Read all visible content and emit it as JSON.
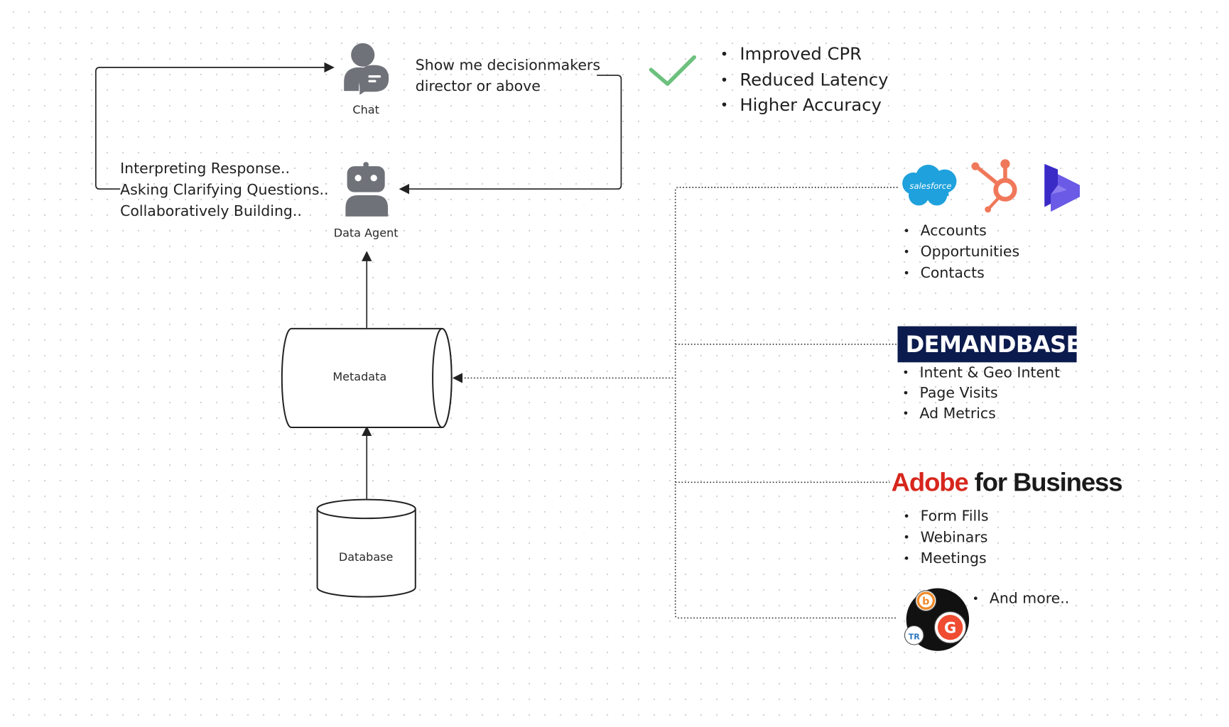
{
  "nodes": {
    "chat": {
      "label": "Chat"
    },
    "data_agent": {
      "label": "Data Agent"
    },
    "metadata": {
      "label": "Metadata"
    },
    "database": {
      "label": "Database"
    }
  },
  "query": {
    "line1": "Show me decisionmakers",
    "line2": "director or above"
  },
  "agent_steps": [
    "Interpreting Response..",
    "Asking Clarifying Questions..",
    "Collaboratively Building.."
  ],
  "benefits": [
    "Improved CPR",
    "Reduced Latency",
    "Higher Accuracy"
  ],
  "sources": {
    "crm": {
      "salesforce_logo_text": "salesforce",
      "items": [
        "Accounts",
        "Opportunities",
        "Contacts"
      ]
    },
    "demandbase": {
      "logo_text": "DEMANDBASE",
      "items": [
        "Intent & Geo Intent",
        "Page Visits",
        "Ad Metrics"
      ]
    },
    "adobe": {
      "logo_red": "Adobe",
      "logo_black": " for Business",
      "items": [
        "Form Fills",
        "Webinars",
        "Meetings"
      ]
    },
    "more": {
      "label": "And more.."
    }
  },
  "colors": {
    "icon_gray": "#6f7278",
    "check_green": "#6cc17e",
    "salesforce_blue": "#1ea1dc",
    "hubspot_orange": "#f0785a",
    "dynamics_purple": "#4b3bd8",
    "demandbase_navy": "#0c1b4d",
    "adobe_red": "#d7261c"
  }
}
